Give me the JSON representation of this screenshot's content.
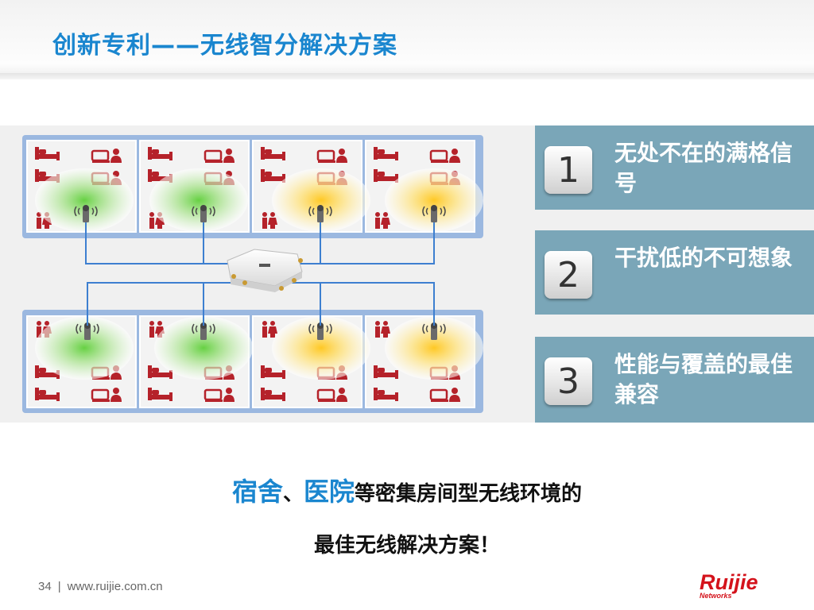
{
  "header": {
    "title": "创新专利——无线智分解决方案"
  },
  "features": [
    {
      "num": "1",
      "text": "无处不在的满格信号"
    },
    {
      "num": "2",
      "text": "干扰低的不可想象"
    },
    {
      "num": "3",
      "text": "性能与覆盖的最佳兼容"
    }
  ],
  "tagline": {
    "hl1": "宿舍",
    "sep": "、",
    "hl2": "医院",
    "rest": "等密集房间型无线环境的",
    "line2": "最佳无线解决方案！"
  },
  "footer": {
    "page": "34",
    "divider": "|",
    "url": "www.ruijie.com.cn"
  },
  "logo": {
    "brand": "Ruijie",
    "sub": "Networks"
  },
  "colors": {
    "title": "#1a86cf",
    "feature_bg": "#7aa6b8",
    "signal_green": "#5fcf3a",
    "signal_yellow": "#ffc61a",
    "floor_frame": "#9bb8e0",
    "cable": "#3d7fd0"
  }
}
